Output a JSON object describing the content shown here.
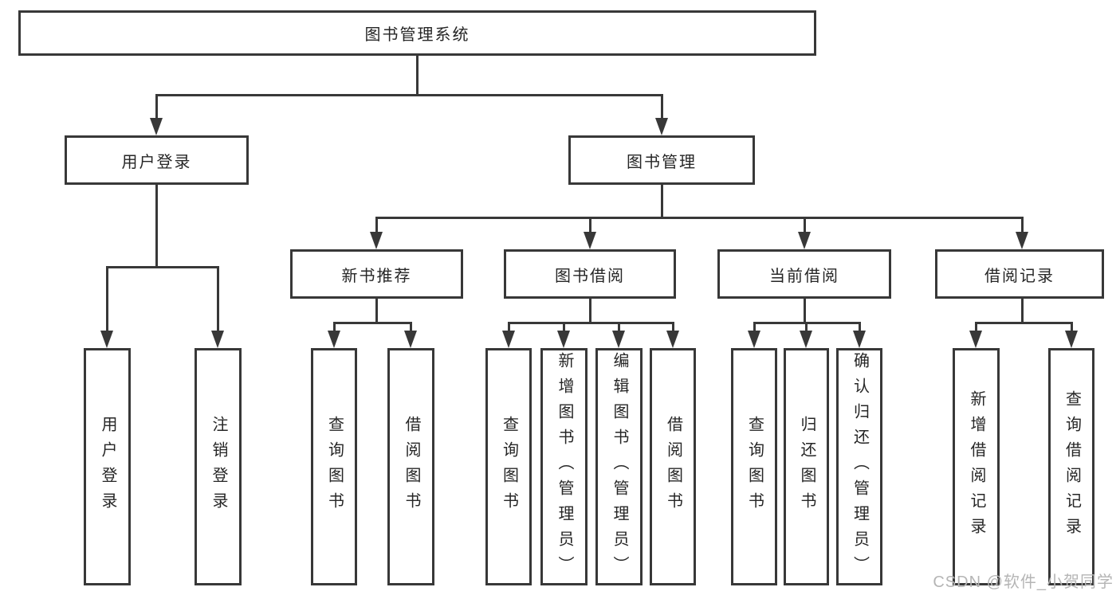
{
  "tree": {
    "label": "图书管理系统",
    "children": [
      {
        "label": "用户登录",
        "children": [
          {
            "label": "用户登录"
          },
          {
            "label": "注销登录"
          }
        ]
      },
      {
        "label": "图书管理",
        "children": [
          {
            "label": "新书推荐",
            "children": [
              {
                "label": "查询图书"
              },
              {
                "label": "借阅图书"
              }
            ]
          },
          {
            "label": "图书借阅",
            "children": [
              {
                "label": "查询图书"
              },
              {
                "label": "新增图书（管理员）"
              },
              {
                "label": "编辑图书（管理员）"
              },
              {
                "label": "借阅图书"
              }
            ]
          },
          {
            "label": "当前借阅",
            "children": [
              {
                "label": "查询图书"
              },
              {
                "label": "归还图书"
              },
              {
                "label": "确认归还（管理员）"
              }
            ]
          },
          {
            "label": "借阅记录",
            "children": [
              {
                "label": "新增借阅记录"
              },
              {
                "label": "查询借阅记录"
              }
            ]
          }
        ]
      }
    ]
  },
  "watermark": "CSDN @软件_小贺同学",
  "colors": {
    "line": "#383838",
    "box_border": "#383838",
    "text": "#262626",
    "watermark": "#b5b5b5",
    "background": "#ffffff"
  }
}
